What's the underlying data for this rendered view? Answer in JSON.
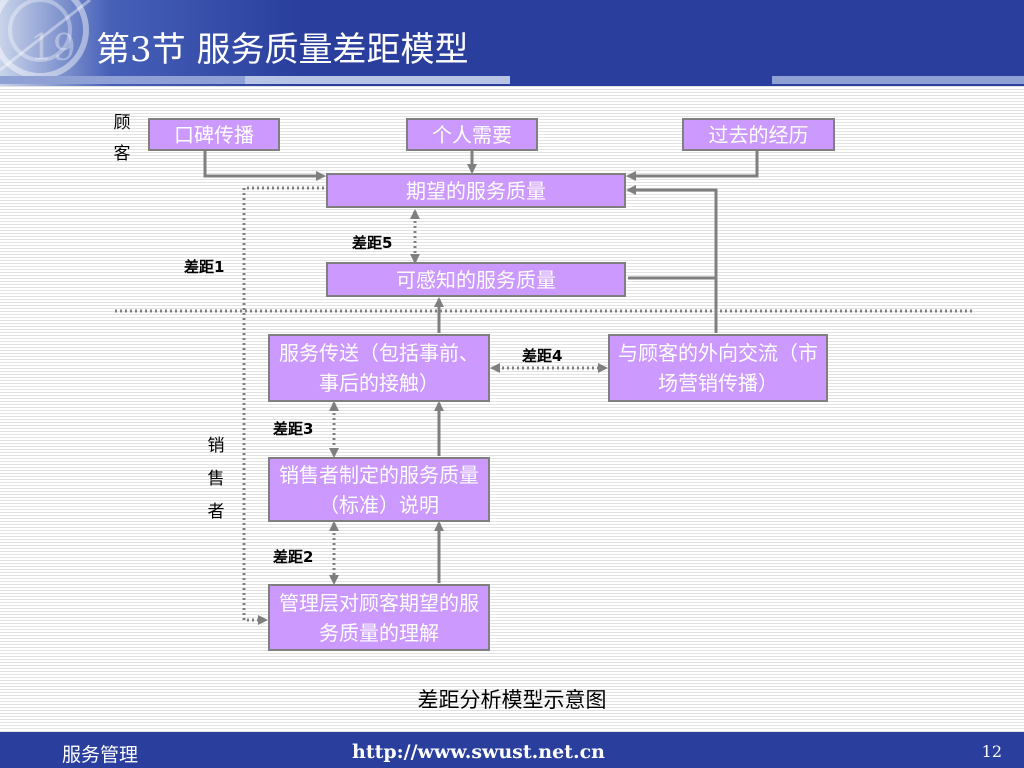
{
  "header": {
    "title": "第3节    服务质量差距模型"
  },
  "labels": {
    "customer": [
      "顾",
      "客"
    ],
    "marketer": [
      "销",
      "售",
      "者"
    ]
  },
  "boxes": {
    "word_of_mouth": "口碑传播",
    "personal_needs": "个人需要",
    "past_experience": "过去的经历",
    "expected_service": "期望的服务质量",
    "perceived_service": "可感知的服务质量",
    "service_delivery": "服务传送（包括事前、事后的接触）",
    "external_comm": "与顾客的外向交流（市场营销传播）",
    "service_specs": "销售者制定的服务质量（标准）说明",
    "mgmt_perception": "管理层对顾客期望的服务质量的理解"
  },
  "gaps": {
    "gap1": "差距1",
    "gap2": "差距2",
    "gap3": "差距3",
    "gap4": "差距4",
    "gap5": "差距5"
  },
  "caption": "差距分析模型示意图",
  "footer": {
    "course": "服务管理",
    "url": "http://www.swust.net.cn",
    "page": "12"
  },
  "colors": {
    "box_fill": "#cc99ff",
    "header_blue": "#2a3f9d",
    "line": "#7f7f7f"
  }
}
